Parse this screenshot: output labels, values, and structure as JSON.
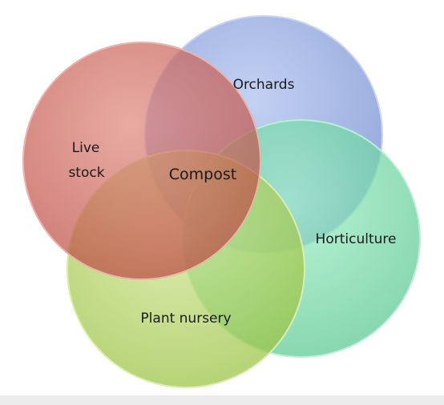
{
  "diagram": {
    "center_label": "Compost",
    "circles": [
      {
        "key": "orchards",
        "label": "Orchards",
        "color": "#8fa8df"
      },
      {
        "key": "horticulture",
        "label": "Horticulture",
        "color": "#6fd8a4"
      },
      {
        "key": "plant_nursery",
        "label": "Plant nursery",
        "color": "#a8cf4e"
      },
      {
        "key": "livestock",
        "label_lines": [
          "Live",
          "stock"
        ],
        "color": "#c9574c"
      }
    ]
  }
}
